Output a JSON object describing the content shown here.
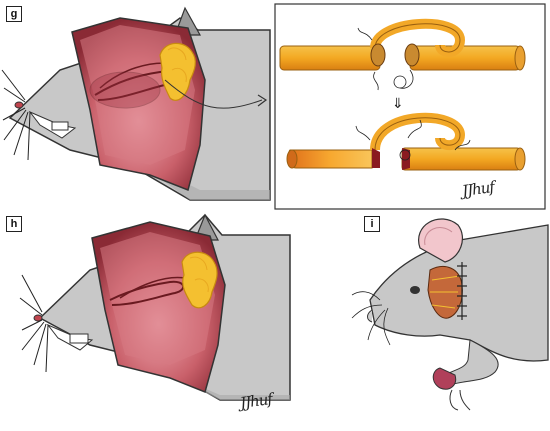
{
  "panels": {
    "g": {
      "label": "g"
    },
    "h": {
      "label": "h"
    },
    "i": {
      "label": "i"
    }
  },
  "signature": "JJhuf",
  "inset_arrow_symbol": "⇓"
}
